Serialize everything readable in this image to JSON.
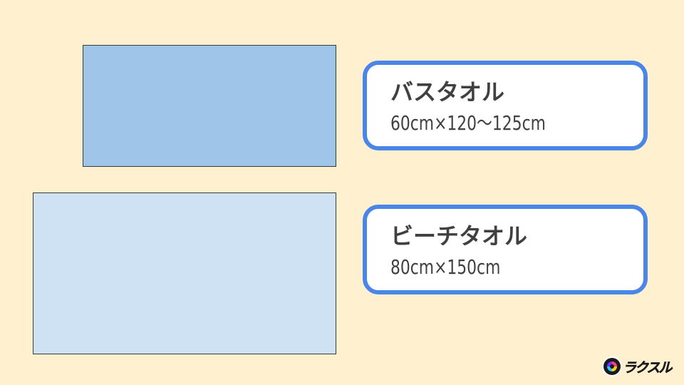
{
  "colors": {
    "background": "#fff1cf",
    "bath_towel_fill": "#9fc5e8",
    "beach_towel_fill": "#cfe2f3",
    "label_border": "#4a86e8",
    "text": "#404040"
  },
  "towels": [
    {
      "name": "バスタオル",
      "size": "60cm×120～125cm"
    },
    {
      "name": "ビーチタオル",
      "size": "80cm×150cm"
    }
  ],
  "brand": {
    "name": "ラクスル",
    "icon": "brand-logo-icon"
  }
}
